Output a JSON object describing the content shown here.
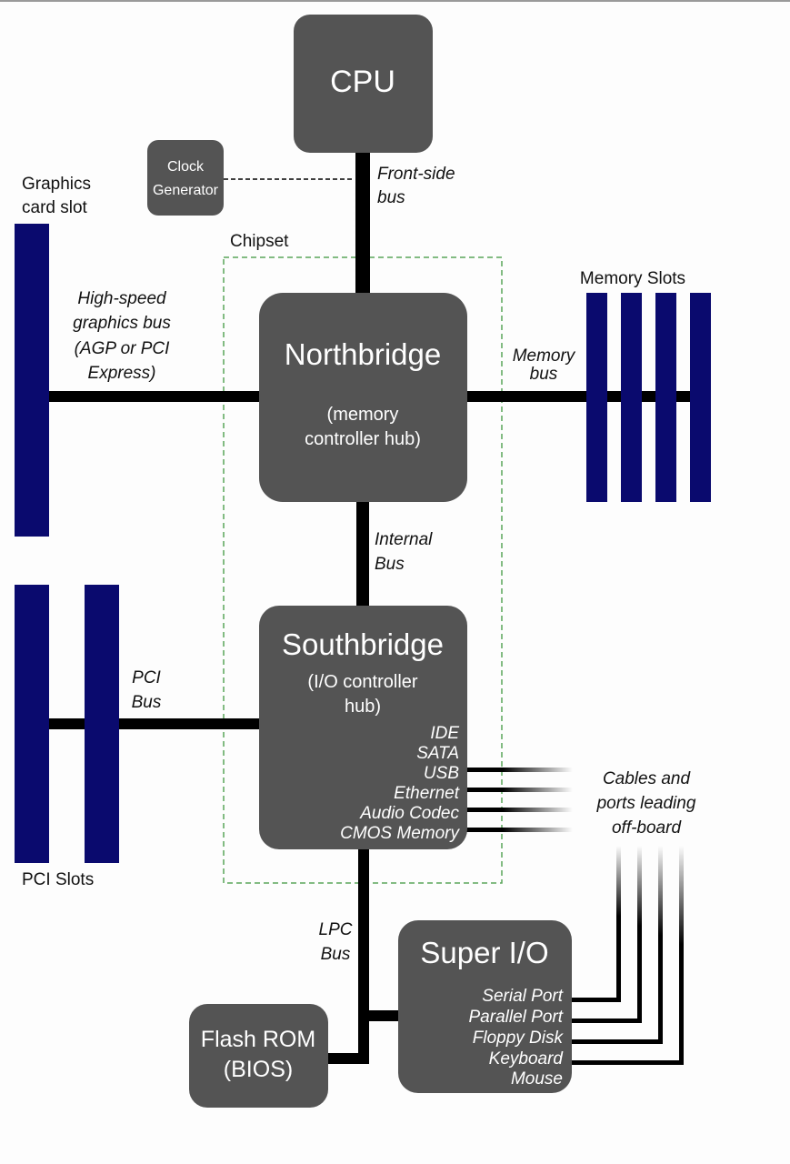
{
  "colors": {
    "chip_box": "#545454",
    "slot": "#0a0a6e",
    "bus": "#000000",
    "chipset_border": "#5aa55a",
    "text": "#111111",
    "box_text": "#ffffff"
  },
  "cpu": {
    "label": "CPU"
  },
  "clock": {
    "line1": "Clock",
    "line2": "Generator"
  },
  "front_side_bus": {
    "line1": "Front-side",
    "line2": "bus"
  },
  "chipset": {
    "label": "Chipset"
  },
  "graphics_slot": {
    "line1": "Graphics",
    "line2": "card slot"
  },
  "graphics_bus": {
    "line1": "High-speed",
    "line2": "graphics bus",
    "line3": "(AGP or PCI",
    "line4": "Express)"
  },
  "northbridge": {
    "title": "Northbridge",
    "line1": "(memory",
    "line2": "controller hub)"
  },
  "memory_slots": {
    "label": "Memory Slots",
    "count": 4
  },
  "memory_bus": {
    "line1": "Memory",
    "line2": "bus"
  },
  "internal_bus": {
    "line1": "Internal",
    "line2": "Bus"
  },
  "southbridge": {
    "title": "Southbridge",
    "line1": "(I/O controller",
    "line2": "hub)",
    "features": [
      "IDE",
      "SATA",
      "USB",
      "Ethernet",
      "Audio Codec",
      "CMOS Memory"
    ]
  },
  "pci_bus": {
    "line1": "PCI",
    "line2": "Bus"
  },
  "pci_slots": {
    "label": "PCI Slots",
    "count": 2
  },
  "offboard": {
    "line1": "Cables and",
    "line2": "ports leading",
    "line3": "off-board"
  },
  "lpc_bus": {
    "line1": "LPC",
    "line2": "Bus"
  },
  "super_io": {
    "title": "Super I/O",
    "features": [
      "Serial Port",
      "Parallel Port",
      "Floppy Disk",
      "Keyboard",
      "Mouse"
    ]
  },
  "flash_rom": {
    "line1": "Flash ROM",
    "line2": "(BIOS)"
  }
}
